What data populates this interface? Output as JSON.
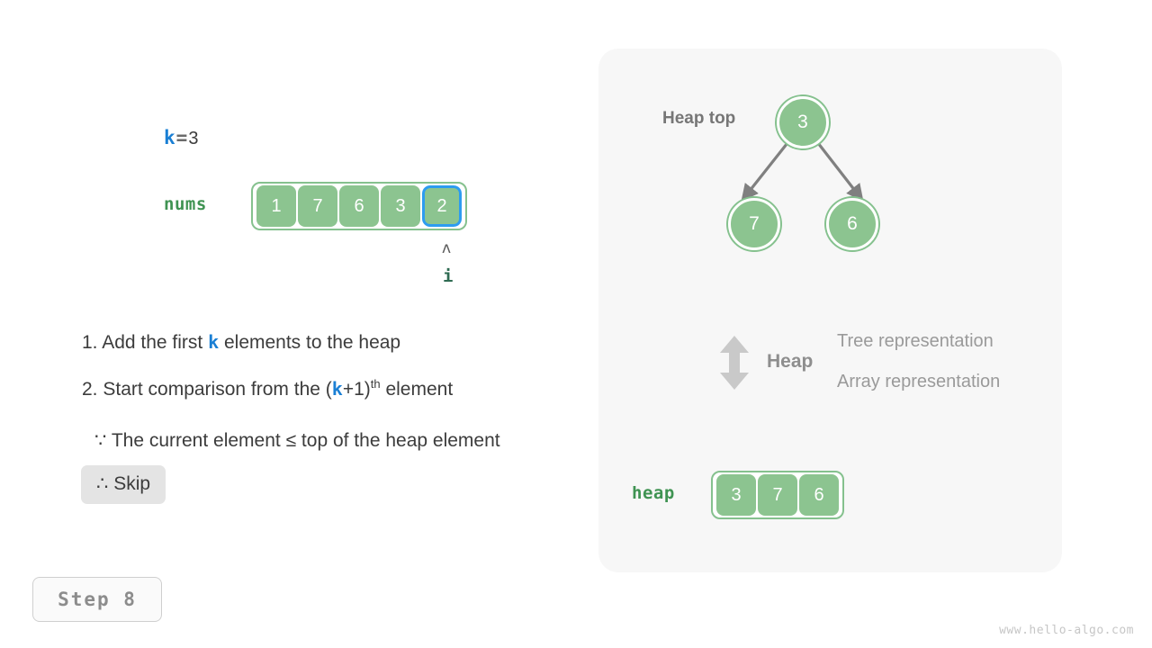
{
  "left": {
    "k_var": "k",
    "k_eq": "=",
    "k_value": "3",
    "nums_label": "nums",
    "nums_cells": [
      "1",
      "7",
      "6",
      "3",
      "2"
    ],
    "highlight_index": 4,
    "pointer_caret": "ʌ",
    "pointer_name": "i",
    "steps": [
      {
        "prefix": "1. Add the first ",
        "var": "k",
        "suffix": " elements to the heap"
      },
      {
        "prefix": "2. Start comparison from the ",
        "open": "(",
        "var": "k",
        "plus": "+1",
        "close": ")",
        "sup": "th",
        "suffix": " element"
      }
    ],
    "because_line": "∵ The current element ≤ top of the heap element",
    "skip_badge": "∴ Skip",
    "step_chip": "Step 8",
    "watermark": "www.hello-algo.com"
  },
  "panel": {
    "heap_top_label": "Heap top",
    "tree_nodes": [
      {
        "value": "3",
        "role": "root"
      },
      {
        "value": "7",
        "role": "left-child"
      },
      {
        "value": "6",
        "role": "right-child"
      }
    ],
    "legend": {
      "arrow_icon": "double-headed-vertical-arrow-icon",
      "heap_label": "Heap",
      "tree_representation": "Tree representation",
      "array_representation": "Array representation"
    },
    "heap_label": "heap",
    "heap_cells": [
      "3",
      "7",
      "6"
    ]
  },
  "colors": {
    "node_green": "#8cc490",
    "border_green": "#85c18e",
    "label_green": "#3f9352",
    "highlight_blue": "#2d9cf0",
    "var_blue": "#1a7fd4",
    "panel_bg": "#f7f7f7",
    "arrow_gray": "#808080",
    "badge_gray": "#e4e4e4"
  }
}
